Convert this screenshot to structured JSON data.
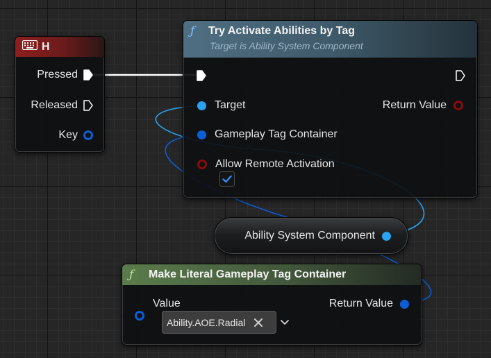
{
  "key_event": {
    "title": "H",
    "icon": "keyboard-icon",
    "pins": {
      "pressed": "Pressed",
      "released": "Released",
      "key": "Key"
    }
  },
  "try_activate": {
    "title": "Try Activate Abilities by Tag",
    "subtitle": "Target is Ability System Component",
    "icon": "function-icon",
    "pins": {
      "target": "Target",
      "return_value": "Return Value",
      "gameplay_tag_container": "Gameplay Tag Container",
      "allow_remote_activation": "Allow Remote Activation"
    },
    "allow_remote_activation_checked": true
  },
  "ability_system_component": {
    "label": "Ability System Component"
  },
  "make_literal": {
    "title": "Make Literal Gameplay Tag Container",
    "icon": "function-icon",
    "pins": {
      "value": "Value",
      "return_value": "Return Value"
    },
    "tag_value": "Ability.AOE.Radial"
  },
  "colors": {
    "event_header": "#8e1e1e",
    "function_header": "#4f6f82",
    "pure_function_header": "#5b7c4c",
    "object_pin": "#29a3f2",
    "struct_pin": "#0b5ed8",
    "bool_pin": "#8b0b0b",
    "exec_pin": "#ffffff"
  }
}
